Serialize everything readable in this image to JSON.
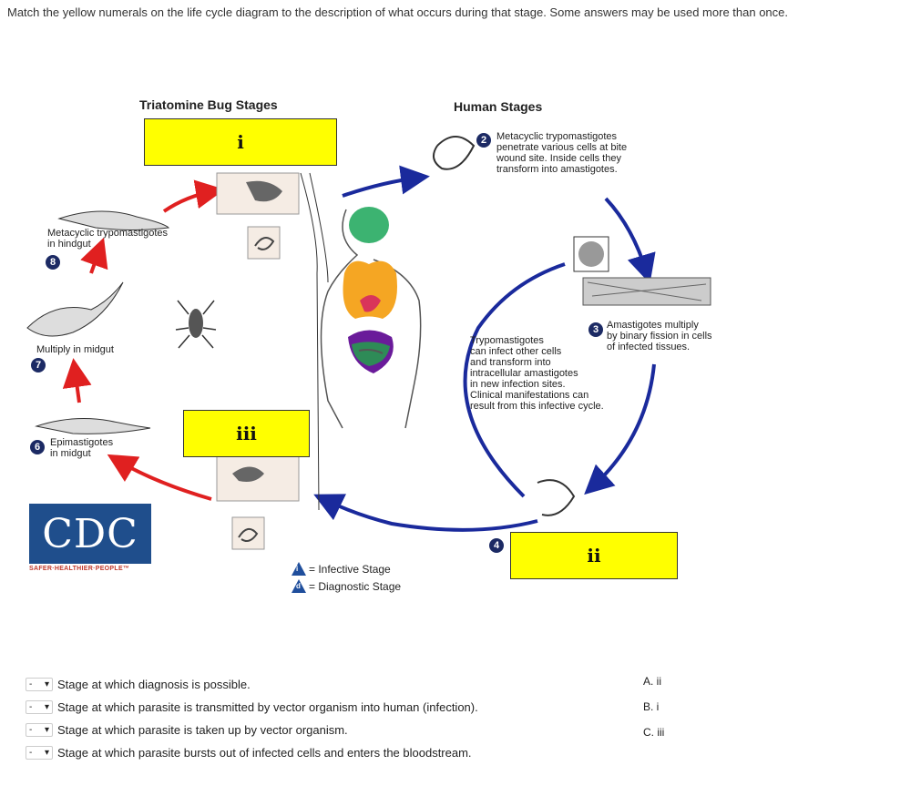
{
  "instructions": "Match the yellow numerals on the life cycle diagram to the description of what occurs during that stage. Some answers may be used more than once.",
  "diagram": {
    "triatomine_heading": "Triatomine Bug Stages",
    "human_heading": "Human Stages",
    "yellow_boxes": {
      "i": "i",
      "ii": "ii",
      "iii": "iii"
    },
    "stage2": {
      "num": "2",
      "text": [
        "Metacyclic trypomastigotes",
        "penetrate various cells at bite",
        "wound site.  Inside cells they",
        "transform into amastigotes."
      ]
    },
    "stage3": {
      "num": "3",
      "text": [
        "Amastigotes multiply",
        "by binary fission in cells",
        "of infected tissues."
      ]
    },
    "stage4": {
      "num": "4"
    },
    "stage6": {
      "num": "6",
      "text": [
        "Epimastigotes",
        "in midgut"
      ]
    },
    "stage7": {
      "num": "7",
      "text": [
        "Multiply in midgut"
      ]
    },
    "stage8": {
      "num": "8",
      "text": [
        "Metacyclic trypomastigotes",
        "in hindgut"
      ]
    },
    "tryp_text": [
      "Trypomastigotes",
      "can infect other cells",
      "and transform into",
      "intracellular amastigotes",
      "in new infection sites.",
      "Clinical manifestations can",
      "result from this infective cycle."
    ],
    "cdc": {
      "logo": "CDC",
      "tagline": "SAFER·HEALTHIER·PEOPLE™"
    },
    "legend": {
      "infective": "= Infective Stage",
      "diagnostic": "= Diagnostic Stage",
      "i_letter": "i",
      "d_letter": "d"
    }
  },
  "questions": [
    {
      "selected": "-",
      "text": "Stage at which diagnosis is possible."
    },
    {
      "selected": "-",
      "text": "Stage at which parasite is transmitted by vector organism into human (infection)."
    },
    {
      "selected": "-",
      "text": "Stage at which parasite is taken up by vector organism."
    },
    {
      "selected": "-",
      "text": "Stage at which parasite bursts out of infected cells and enters the bloodstream."
    }
  ],
  "answers": [
    "A. ii",
    "B. i",
    "C. iii"
  ],
  "colors": {
    "yellow": "#ffff00",
    "blue_arrow": "#1a2a9c",
    "red_arrow": "#e02020",
    "badge": "#1c2a64"
  }
}
